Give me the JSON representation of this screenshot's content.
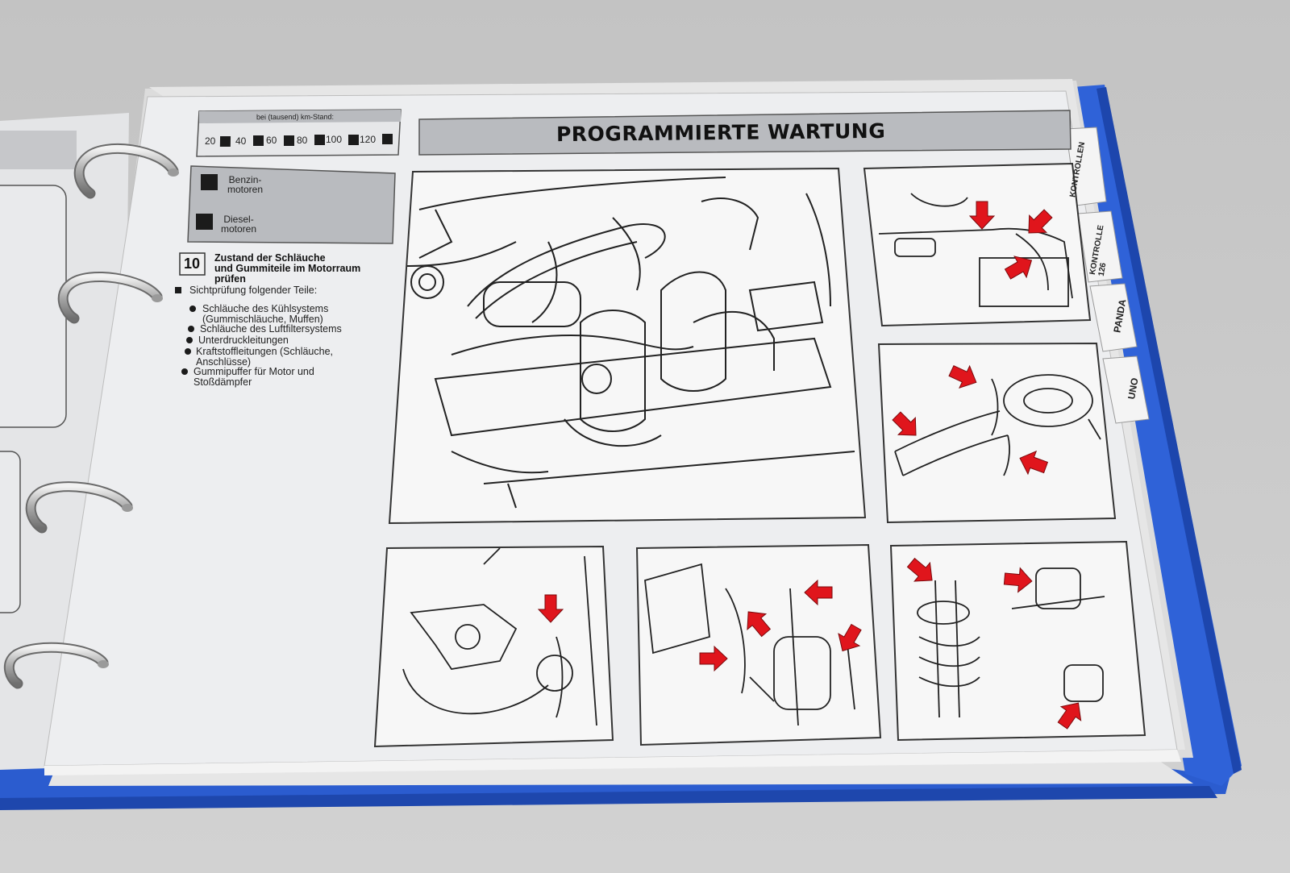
{
  "header": {
    "km_label": "bei (tausend) km-Stand:",
    "km_values": [
      "20",
      "40",
      "60",
      "80",
      "100",
      "120"
    ],
    "title": "PROGRAMMIERTE WARTUNG"
  },
  "legend": {
    "petrol": "Benzin-\nmotoren",
    "diesel": "Diesel-\nmotoren"
  },
  "task": {
    "number": "10",
    "title": "Zustand der Schläuche\nund Gummiteile im Motorraum\nprüfen",
    "intro": "Sichtprüfung folgender Teile:",
    "items": [
      "Schläuche des Kühlsystems\n(Gummischläuche, Muffen)",
      "Schläuche des Luftfiltersystems",
      "Unterdruckleitungen",
      "Kraftstoffleitungen (Schläuche,\nAnschlüsse)",
      "Gummipuffer für Motor und\nStoßdämpfer"
    ]
  },
  "tabs": [
    "KONTROLLEN",
    "KONTROLLE\n126",
    "PANDA",
    "UNO"
  ],
  "colors": {
    "binder": "#2f62d8",
    "paper": "#ecedef",
    "header_bar": "#b9bbbf",
    "arrow": "#e0151c",
    "ring": "#9a9a9a"
  }
}
